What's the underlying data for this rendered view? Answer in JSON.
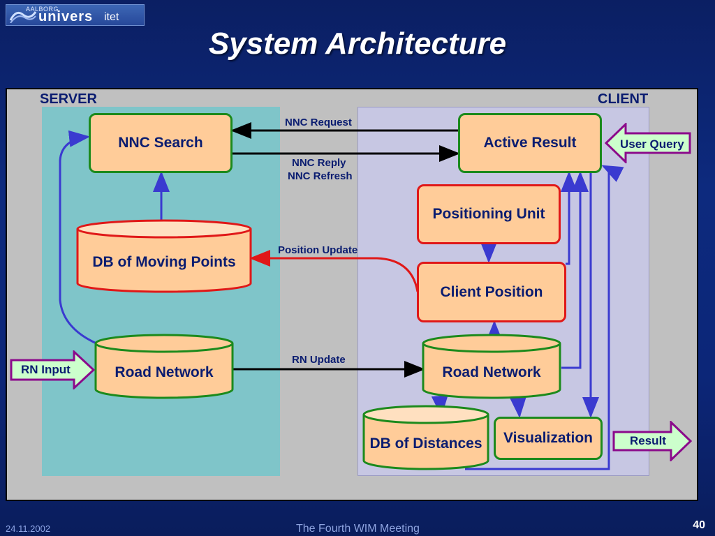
{
  "logo": {
    "small": "AALBORG",
    "big": "univers",
    "tail": "itet"
  },
  "title": "System Architecture",
  "zones": {
    "server": "SERVER",
    "client": "CLIENT"
  },
  "boxes": {
    "nnc_search": "NNC Search",
    "active_result": "Active Result",
    "positioning_unit": "Positioning Unit",
    "client_position": "Client Position",
    "visualization": "Visualization"
  },
  "cylinders": {
    "db_moving_points": "DB of Moving Points",
    "server_road_network": "Road Network",
    "client_road_network": "Road Network",
    "db_distances": "DB of Distances"
  },
  "connections": {
    "nnc_request": "NNC Request",
    "nnc_reply": "NNC Reply",
    "nnc_refresh": "NNC Refresh",
    "position_update": "Position Update",
    "rn_update": "RN Update"
  },
  "io_arrows": {
    "user_query": "User Query",
    "rn_input": "RN Input",
    "result": "Result"
  },
  "footer": {
    "date": "24.11.2002",
    "event": "The Fourth WIM Meeting",
    "page": "40"
  },
  "colors": {
    "node_fill": "#ffcc99",
    "server_border": "#1c8a1c",
    "client_border": "#e01818",
    "arrow_blue": "#3a3ad0",
    "io_arrow_border": "#8b0a8b"
  }
}
